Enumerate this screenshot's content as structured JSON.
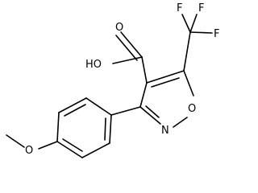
{
  "molecule": {
    "labels": {
      "cooh": "HO",
      "carbonyl_o": "O",
      "ring_n": "N",
      "ring_o": "O",
      "f1": "F",
      "f2": "F",
      "f3": "F",
      "methoxy_o": "O"
    },
    "colors": {
      "bond": "#000000",
      "text": "#000000",
      "background": "#ffffff"
    }
  }
}
